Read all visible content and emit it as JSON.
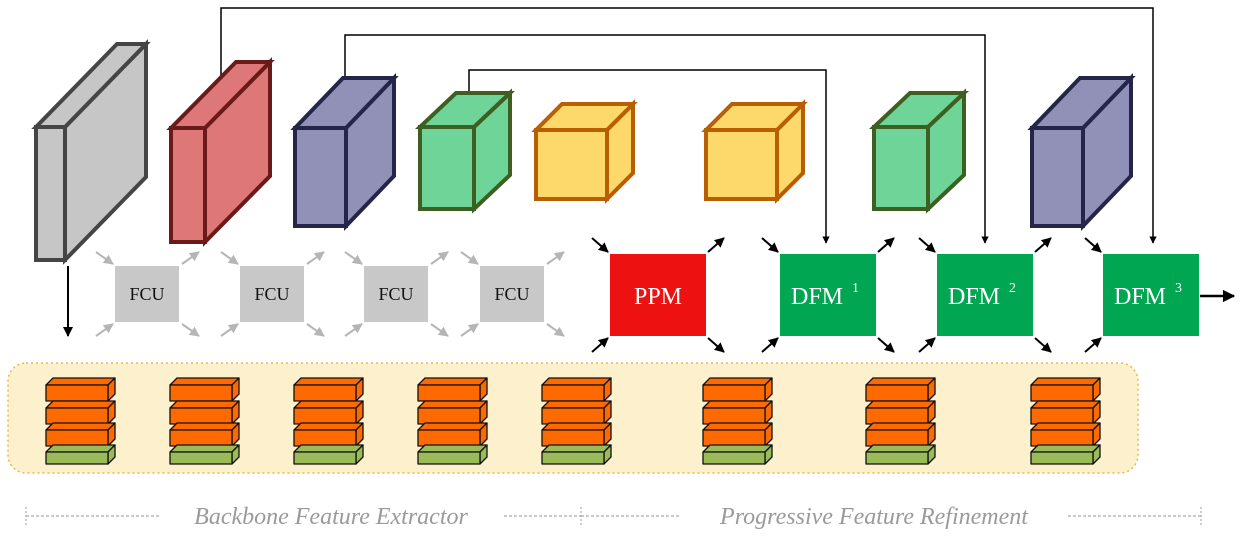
{
  "fcu_label": "FCU",
  "modules": {
    "ppm": {
      "label": "PPM",
      "color": "#ee1111"
    },
    "dfm1": {
      "label": "DFM",
      "sup": "1",
      "color": "#00a651"
    },
    "dfm2": {
      "label": "DFM",
      "sup": "2",
      "color": "#00a651"
    },
    "dfm3": {
      "label": "DFM",
      "sup": "3",
      "color": "#00a651"
    }
  },
  "sections": {
    "backbone": "Backbone Feature Extractor",
    "refinement": "Progressive Feature Refinement"
  },
  "colors": {
    "gray_block": "#c6c6c6",
    "red_block": "#de7878",
    "blue_block": "#9191b7",
    "green_block": "#6fd497",
    "yellow_block": "#fdd86b",
    "fcu_box": "#c8c8c8",
    "strip_bg": "#fdf0cc",
    "stack_orange": "#ff6a00",
    "stack_green": "#9bbb59"
  }
}
